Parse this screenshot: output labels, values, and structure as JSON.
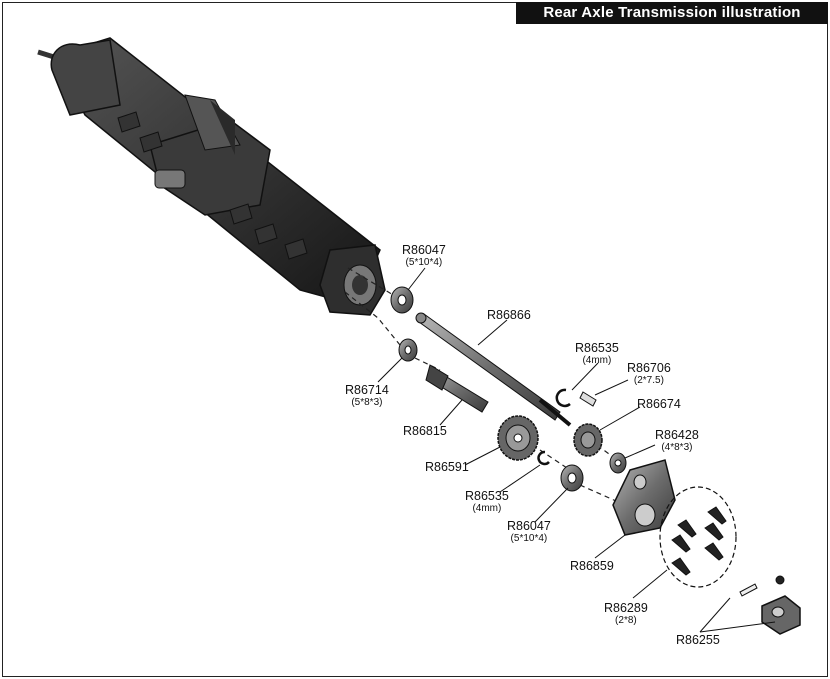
{
  "title": "Rear Axle Transmission illustration",
  "labels": [
    {
      "id": "bearing-top",
      "code": "R86047",
      "spec": "(5*10*4)"
    },
    {
      "id": "shaft",
      "code": "R86866",
      "spec": ""
    },
    {
      "id": "eclip-top",
      "code": "R86535",
      "spec": "(4mm)"
    },
    {
      "id": "pin",
      "code": "R86706",
      "spec": "(2*7.5)"
    },
    {
      "id": "gear-small",
      "code": "R86674",
      "spec": ""
    },
    {
      "id": "bearing-small",
      "code": "R86428",
      "spec": "(4*8*3)"
    },
    {
      "id": "bearing-left",
      "code": "R86714",
      "spec": "(5*8*3)"
    },
    {
      "id": "input-shaft",
      "code": "R86815",
      "spec": ""
    },
    {
      "id": "gear-large",
      "code": "R86591",
      "spec": ""
    },
    {
      "id": "eclip-bottom",
      "code": "R86535",
      "spec": "(4mm)"
    },
    {
      "id": "bearing-bottom",
      "code": "R86047",
      "spec": "(5*10*4)"
    },
    {
      "id": "cover",
      "code": "R86859",
      "spec": ""
    },
    {
      "id": "screws",
      "code": "R86289",
      "spec": "(2*8)"
    },
    {
      "id": "hex",
      "code": "R86255",
      "spec": ""
    }
  ]
}
